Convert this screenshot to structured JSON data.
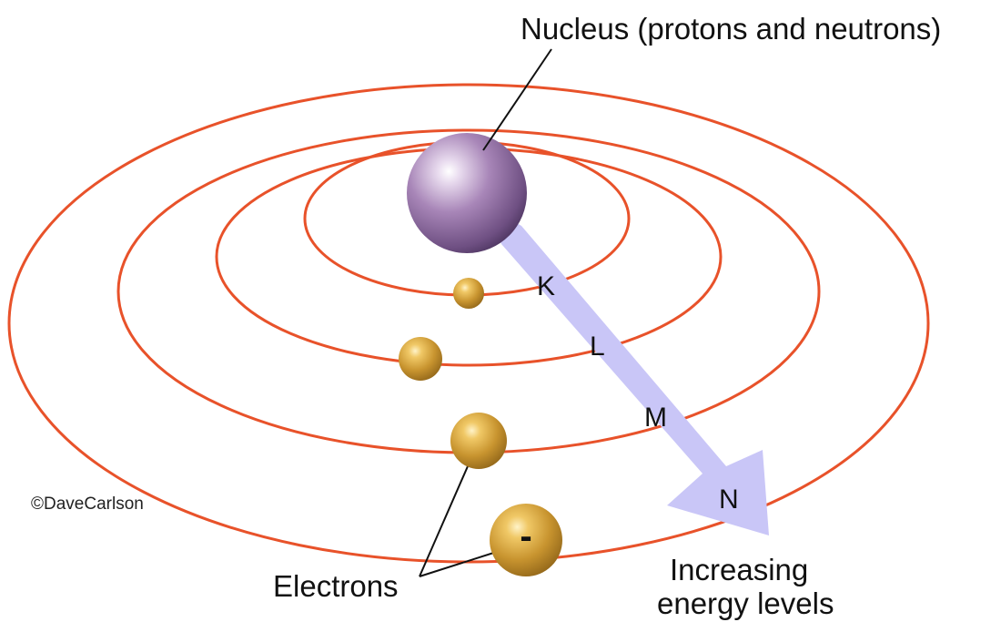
{
  "labels": {
    "nucleus": "Nucleus (protons and neutrons)",
    "electrons": "Electrons",
    "energy_line1": "Increasing",
    "energy_line2": "energy levels",
    "copyright": "©DaveCarlson",
    "electron_charge": "-"
  },
  "energy_levels": [
    {
      "name": "K"
    },
    {
      "name": "L"
    },
    {
      "name": "M"
    },
    {
      "name": "N"
    }
  ],
  "colors": {
    "orbit": "#e8522a",
    "arrow": "#c9c6f7",
    "nucleus": "#8e6fa0",
    "electron": "#c4932e",
    "leader_line": "#111111"
  }
}
